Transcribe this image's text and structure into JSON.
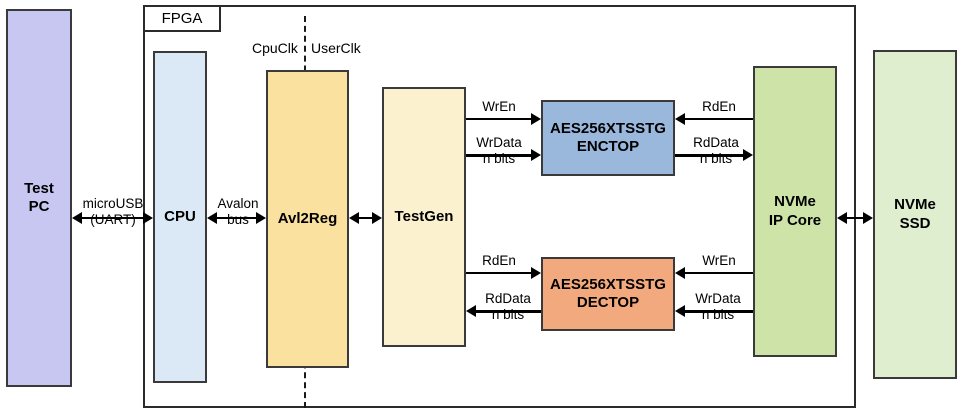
{
  "diagram": {
    "title": "FPGA NVMe AES256-XTS test system block diagram",
    "enclosure_label": "FPGA",
    "clock_domains": {
      "left_label": "CpuClk",
      "right_label": "UserClk"
    }
  },
  "blocks": {
    "test_pc": {
      "label": "Test\nPC",
      "color": "#c7c7f2"
    },
    "cpu": {
      "label": "CPU",
      "color": "#dbe8f5"
    },
    "avl2reg": {
      "label": "Avl2Reg",
      "color": "#fbe1a0"
    },
    "testgen": {
      "label": "TestGen",
      "color": "#fcf1cf"
    },
    "enctop": {
      "label": "AES256XTSSTG\nENCTOP",
      "color": "#9ab7dc"
    },
    "dectop": {
      "label": "AES256XTSSTG\nDECTOP",
      "color": "#f3a97e"
    },
    "nvme_ip": {
      "label": "NVMe\nIP Core",
      "color": "#cde3a8"
    },
    "nvme_ssd": {
      "label": "NVMe\nSSD",
      "color": "#dfeece"
    }
  },
  "connections": {
    "pc_cpu": {
      "label": "microUSB\n(UART)"
    },
    "cpu_avl": {
      "label": "Avalon\nbus"
    },
    "enc_wren": {
      "label": "WrEn"
    },
    "enc_wrdata": {
      "label": "WrData\nn bits"
    },
    "enc_rden": {
      "label": "RdEn"
    },
    "enc_rddata": {
      "label": "RdData\nn bits"
    },
    "dec_rden": {
      "label": "RdEn"
    },
    "dec_rddata": {
      "label": "RdData\nn bits"
    },
    "dec_wren": {
      "label": "WrEn"
    },
    "dec_wrdata": {
      "label": "WrData\nn bits"
    }
  }
}
